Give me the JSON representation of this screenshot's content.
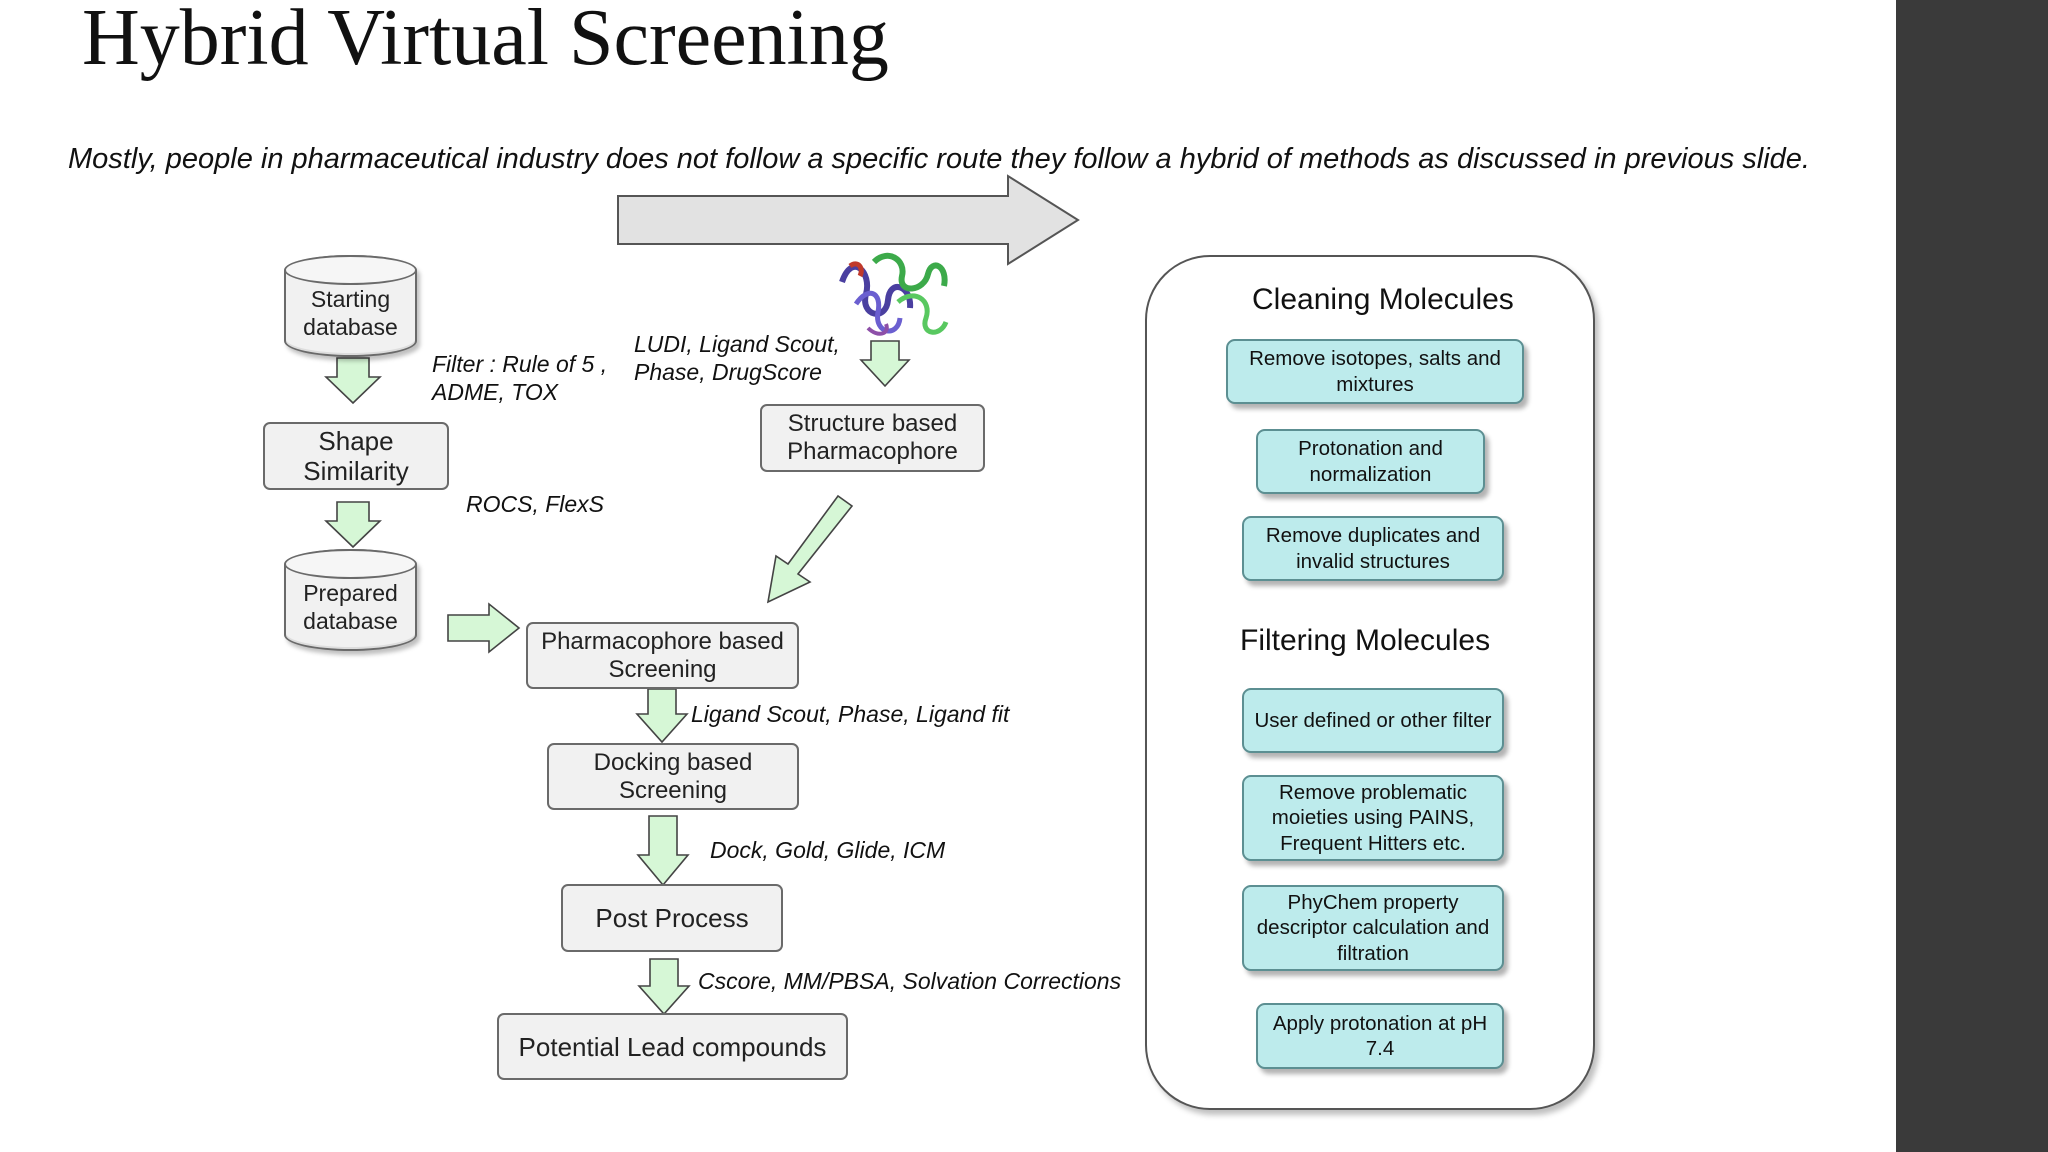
{
  "slide": {
    "title": "Hybrid Virtual Screening",
    "subtitle": "Mostly, people in pharmaceutical industry does not follow a specific route they follow a hybrid of methods  as discussed in previous slide."
  },
  "flow": {
    "starting_db": "Starting database",
    "filter_label_1": "Filter : Rule of 5 ,",
    "filter_label_2": "ADME, TOX",
    "shape_similarity": "Shape Similarity",
    "rocs_label": "ROCS, FlexS",
    "prepared_db": "Prepared database",
    "ludi_label_1": "LUDI, Ligand Scout,",
    "ludi_label_2": "Phase, DrugScore",
    "structure_pharmacophore": "Structure based Pharmacophore",
    "pharmacophore_screening": "Pharmacophore based Screening",
    "ligand_label": "Ligand Scout, Phase, Ligand fit",
    "docking_screening": "Docking based Screening",
    "dock_label": "Dock, Gold, Glide, ICM",
    "post_process": "Post Process",
    "cscore_label": "Cscore, MM/PBSA, Solvation Corrections",
    "lead_compounds": "Potential Lead compounds"
  },
  "panel": {
    "cleaning_heading": "Cleaning Molecules",
    "cleaning_items": [
      "Remove isotopes, salts and mixtures",
      "Protonation and normalization",
      "Remove duplicates and invalid structures"
    ],
    "filtering_heading": "Filtering Molecules",
    "filtering_items": [
      "User defined or other filter",
      "Remove problematic moieties using PAINS, Frequent Hitters etc.",
      "PhyChem property descriptor calculation and filtration",
      "Apply protonation at pH 7.4"
    ]
  },
  "colors": {
    "arrow_fill": "#d6f7d6",
    "panel_box_fill": "#bdebec",
    "node_fill": "#f1f1f1",
    "sidebar": "#3a3a3a"
  }
}
